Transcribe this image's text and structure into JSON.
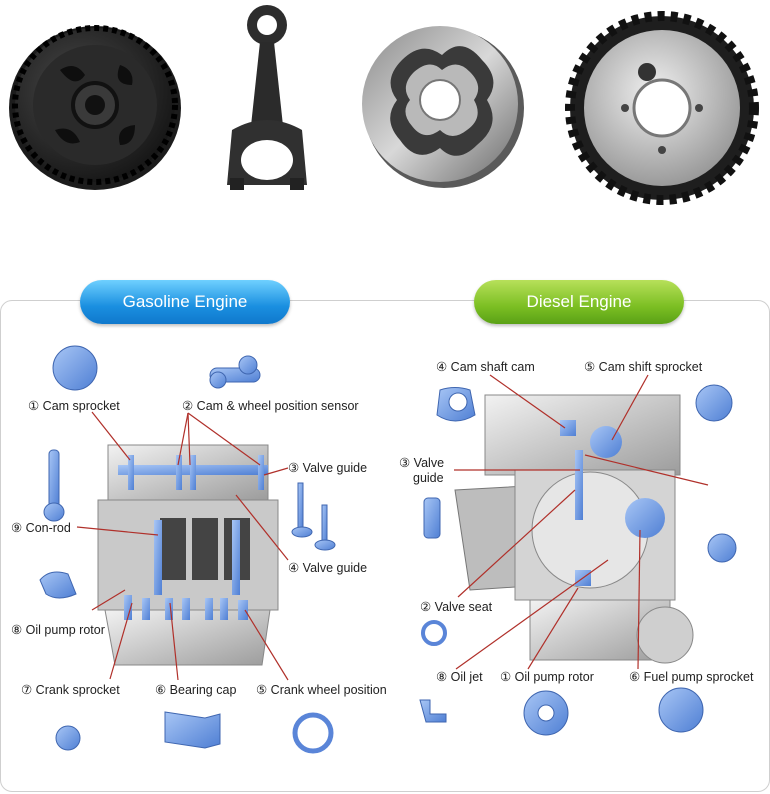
{
  "headings": {
    "gasoline": "Gasoline Engine",
    "diesel": "Diesel Engine"
  },
  "gasoline_labels": {
    "cam_sprocket": "① Cam sprocket",
    "cam_wheel_sensor": "② Cam & wheel position sensor",
    "valve_guide_3": "③ Valve guide",
    "con_rod": "⑨ Con-rod",
    "valve_guide_4": "④ Valve guide",
    "oil_pump_rotor": "⑧ Oil pump rotor",
    "crank_sprocket": "⑦ Crank sprocket",
    "bearing_cap": "⑥ Bearing cap",
    "crank_wheel_position": "⑤ Crank wheel position"
  },
  "diesel_labels": {
    "cam_shaft_cam": "④ Cam shaft cam",
    "cam_shift_sprocket": "⑤ Cam shift sprocket",
    "valve_guide_line1": "③ Valve",
    "valve_guide_line2": "guide",
    "valve_seat": "② Valve seat",
    "oil_jet": "⑧ Oil jet",
    "oil_pump_rotor": "① Oil pump rotor",
    "fuel_pump_sprocket": "⑥ Fuel pump sprocket"
  },
  "colors": {
    "part_blue": "#6f9be0",
    "leader_red": "#b0302a",
    "gasoline_pill": "#1a8fe0",
    "diesel_pill": "#7cbf23"
  }
}
